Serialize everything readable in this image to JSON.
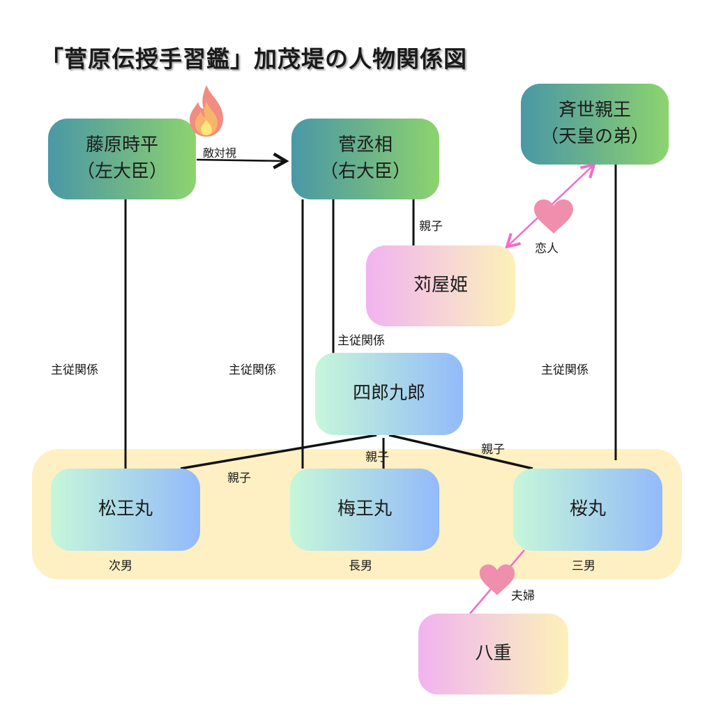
{
  "title": "「菅原伝授手習鑑」加茂堤の人物関係図",
  "colors": {
    "line": "#111111",
    "love_line": "#f46bc6",
    "heart": "#ef8fad",
    "group_bg": "#fef0c2"
  },
  "nodes": {
    "fujiwara": {
      "line1": "藤原時平",
      "line2": "（左大臣）"
    },
    "kanshojo": {
      "line1": "菅丞相",
      "line2": "（右大臣）"
    },
    "tokiyo": {
      "line1": "斉世親王",
      "line2": "（天皇の弟）"
    },
    "kariya": {
      "line1": "苅屋姫"
    },
    "shiro": {
      "line1": "四郎九郎"
    },
    "matsuo": {
      "line1": "松王丸",
      "sub": "次男"
    },
    "umeo": {
      "line1": "梅王丸",
      "sub": "長男"
    },
    "sakura": {
      "line1": "桜丸",
      "sub": "三男"
    },
    "yae": {
      "line1": "八重"
    }
  },
  "edges": {
    "hostility": "敵対視",
    "parent_kariya": "親子",
    "lovers": "恋人",
    "master_fujiwara": "主従関係",
    "master_kanshojo_umeo": "主従関係",
    "master_kanshojo_shiro": "主従関係",
    "master_tokiyo": "主従関係",
    "parent_matsuo": "親子",
    "parent_umeo": "親子",
    "parent_sakura": "親子",
    "married": "夫婦"
  },
  "icons": {
    "fire": "fire-icon",
    "heart": "heart-icon"
  }
}
